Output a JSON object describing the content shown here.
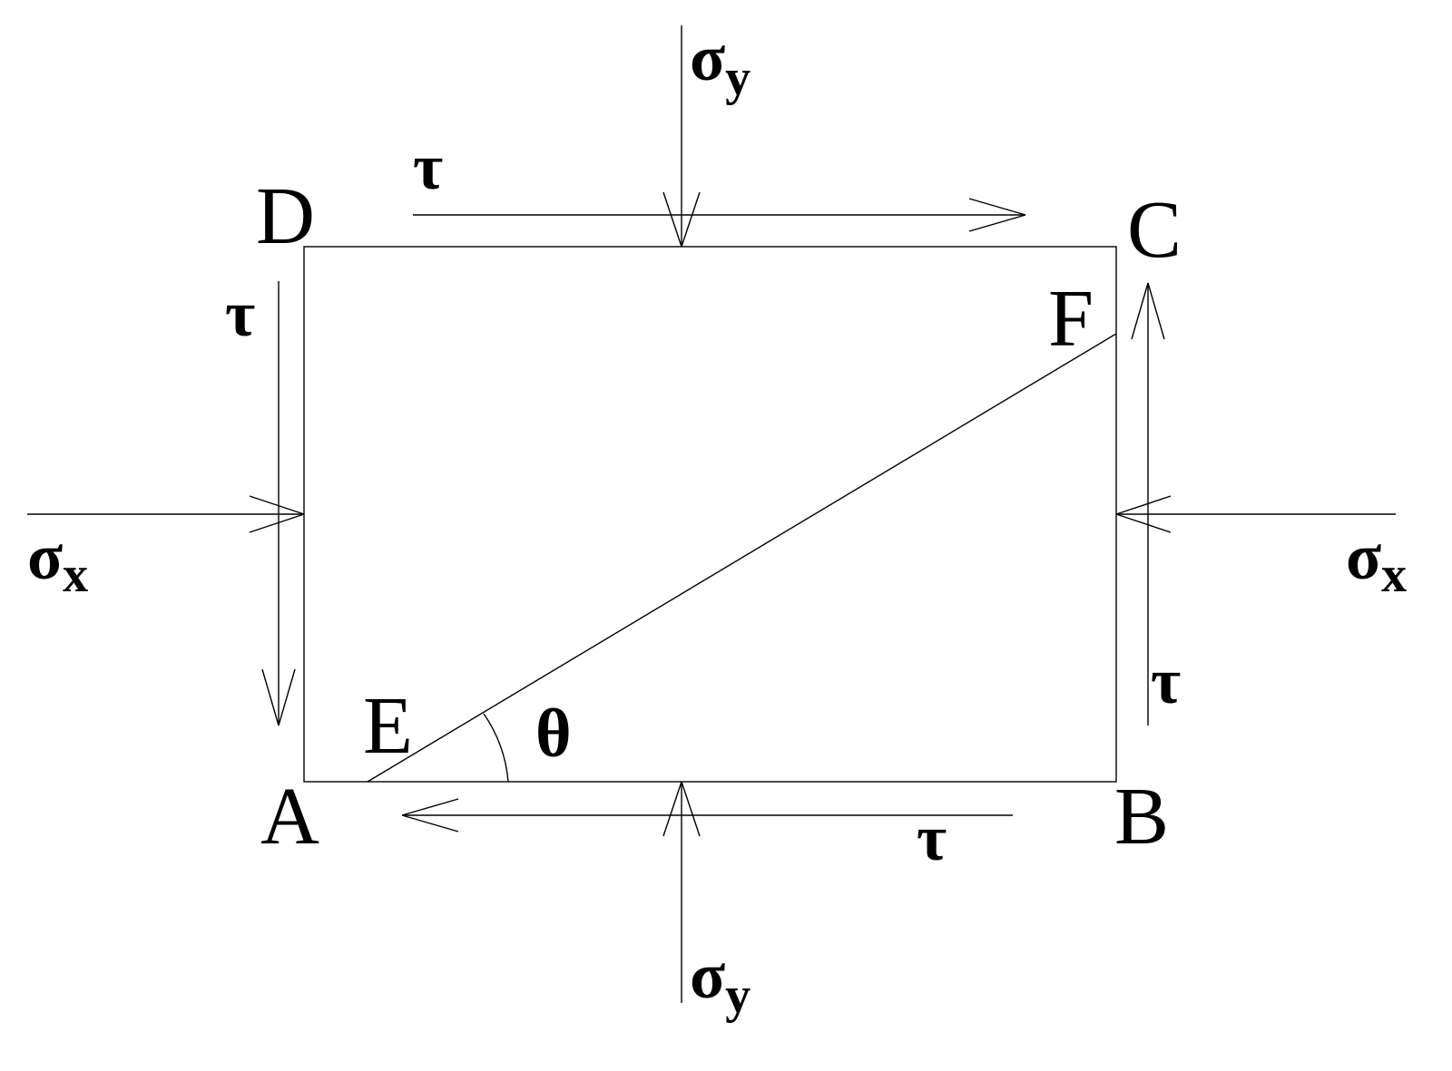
{
  "vertices": {
    "a": "A",
    "b": "B",
    "c": "C",
    "d": "D",
    "e": "E",
    "f": "F"
  },
  "stresses": {
    "sigma_symbol": "σ",
    "tau_symbol": "τ",
    "sub_x": "x",
    "sub_y": "y"
  },
  "angle": {
    "symbol": "θ"
  },
  "colors": {
    "stroke": "#000000",
    "background": "#ffffff"
  }
}
